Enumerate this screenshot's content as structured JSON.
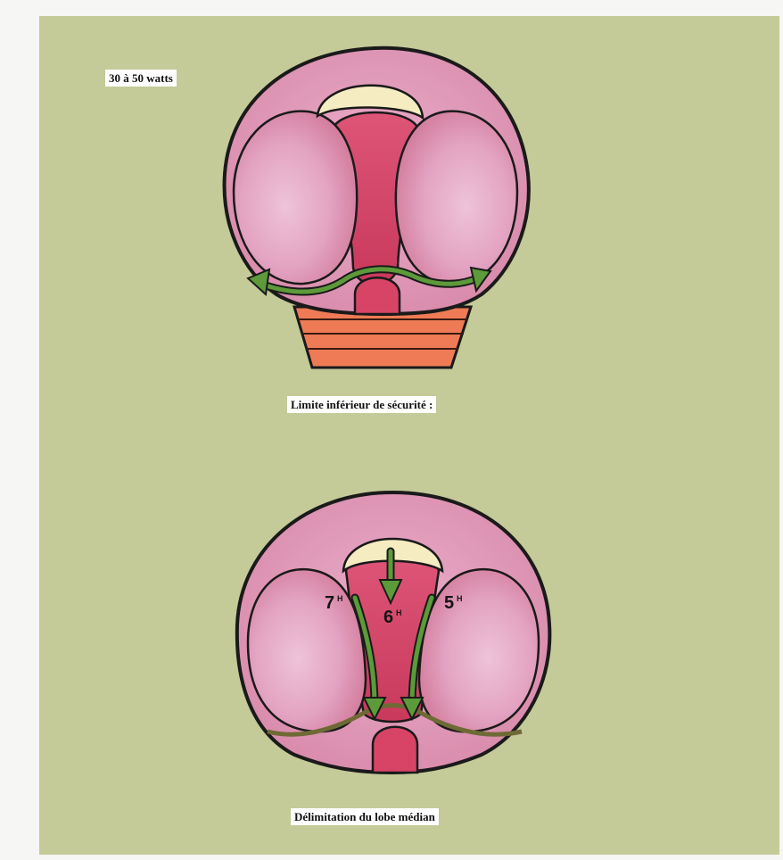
{
  "labels": {
    "power": "30 à 50 watts",
    "lower_limit": "Limite inférieur de sécurité :",
    "median_lobe": "Délimitation du lobe médian"
  },
  "clock_marks": [
    {
      "num": "7",
      "sup": "H"
    },
    {
      "num": "6",
      "sup": "H"
    },
    {
      "num": "5",
      "sup": "H"
    }
  ],
  "colors": {
    "paper": "#c4ca98",
    "gland_pink": "#e6a8c4",
    "urethra_red": "#d84466",
    "arrow_green": "#5c9a3a",
    "sphincter_orange": "#ee7b55",
    "veru_cream": "#f5ecc2"
  }
}
